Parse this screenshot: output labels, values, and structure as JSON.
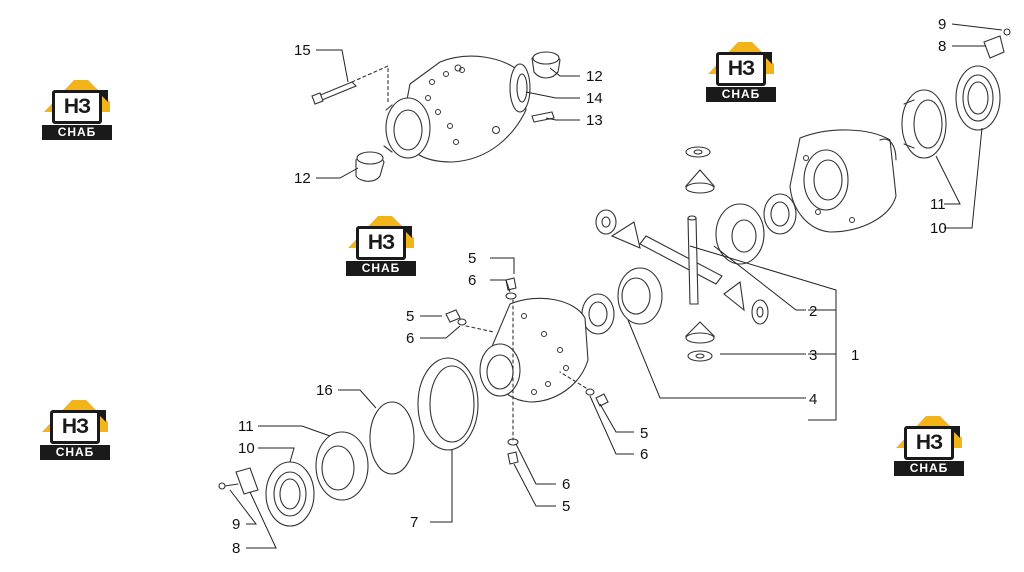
{
  "brand": {
    "mark": "НЗ",
    "caption": "СНАБ",
    "accent": "#F2B418",
    "dark": "#1A1A1A"
  },
  "callouts": [
    "1",
    "2",
    "3",
    "4",
    "5",
    "5",
    "5",
    "5",
    "6",
    "6",
    "6",
    "6",
    "7",
    "8",
    "8",
    "9",
    "9",
    "10",
    "10",
    "11",
    "11",
    "12",
    "12",
    "13",
    "14",
    "15",
    "16"
  ]
}
